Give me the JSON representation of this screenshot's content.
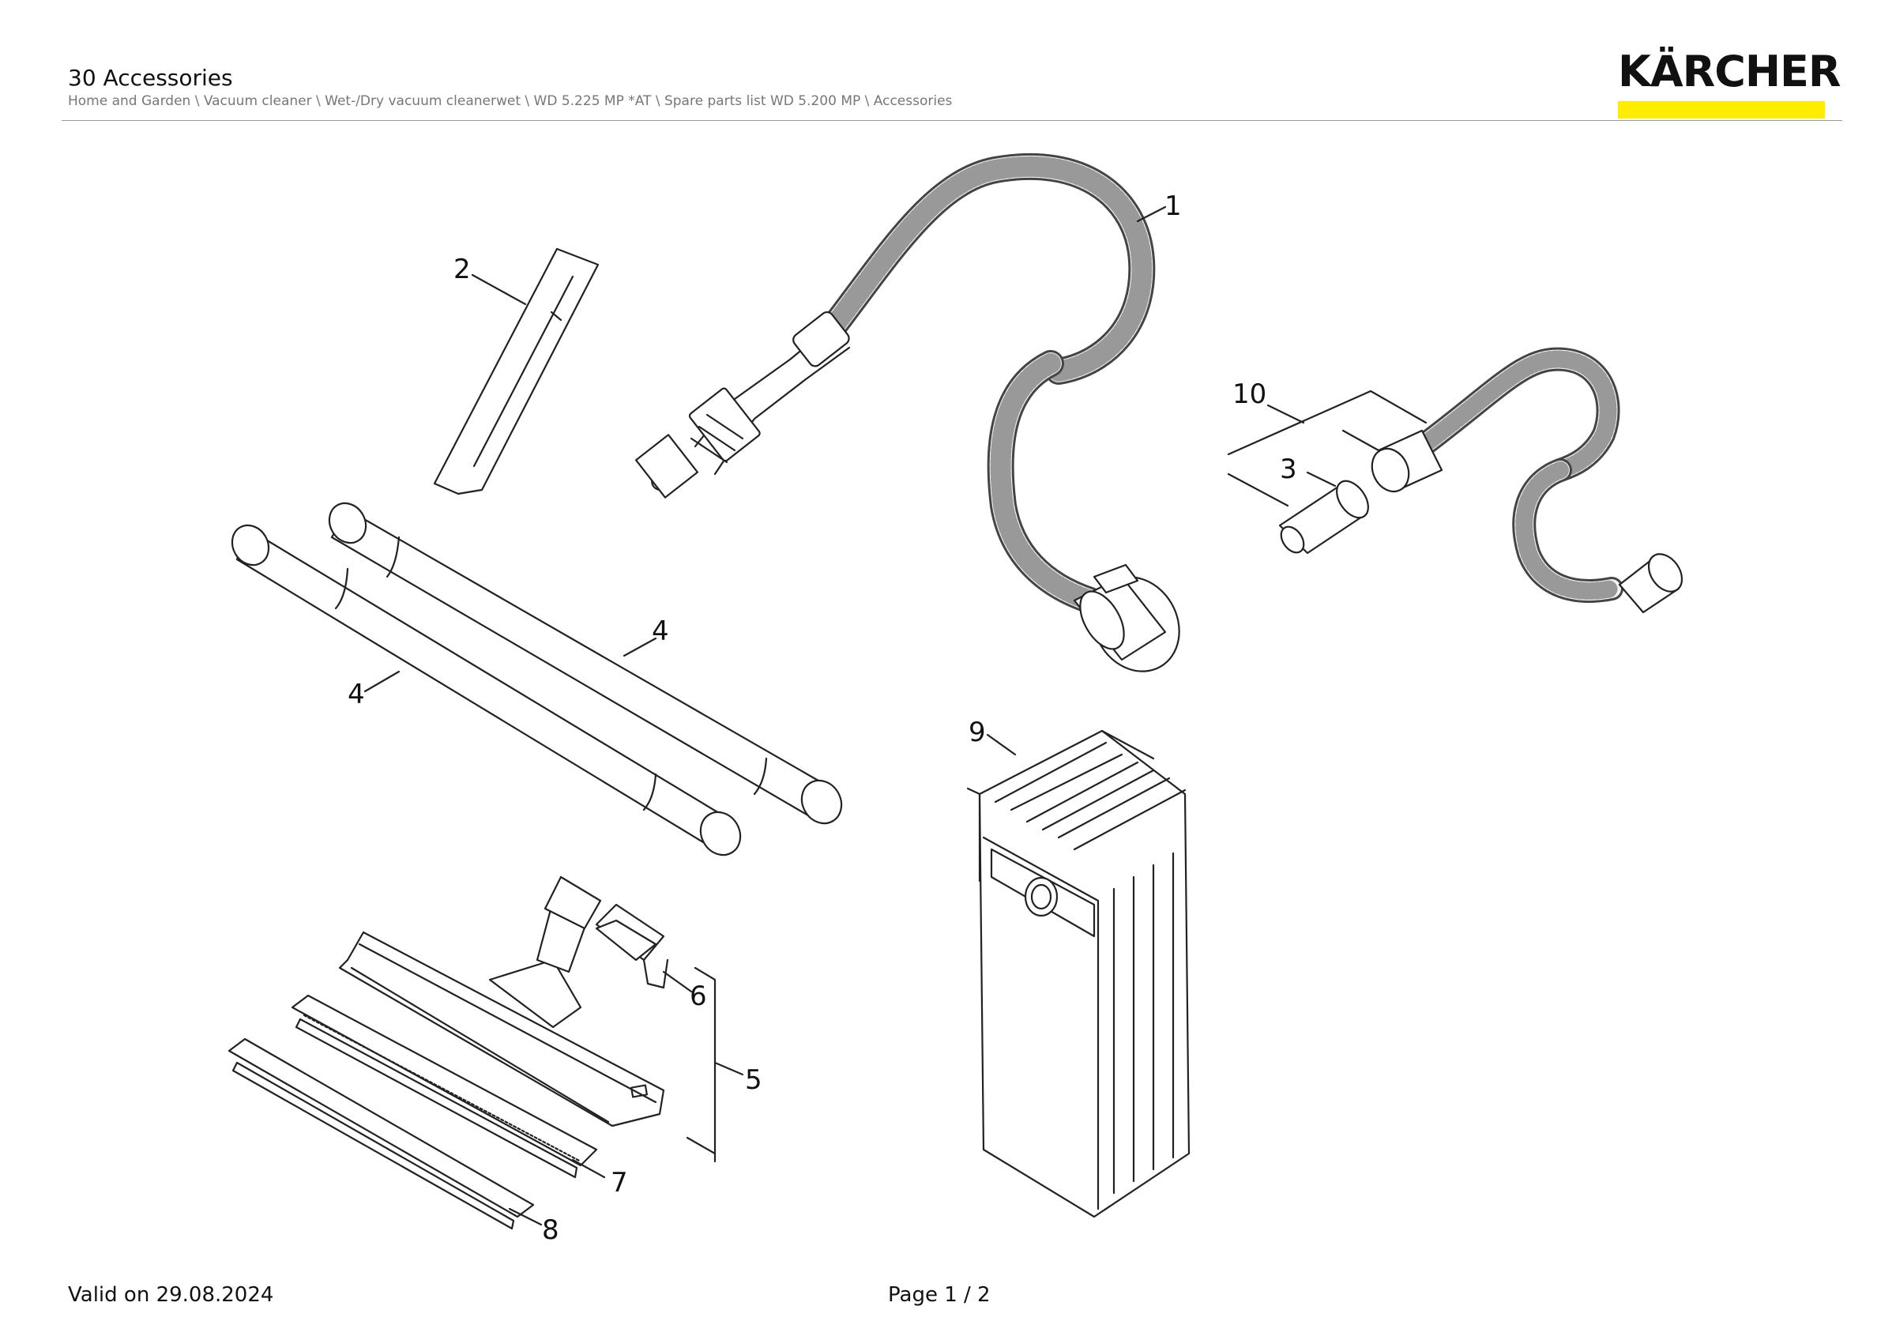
{
  "header": {
    "title": "30 Accessories",
    "breadcrumb": "Home and Garden \\ Vacuum cleaner \\ Wet-/Dry vacuum cleanerwet \\ WD 5.225 MP *AT \\ Spare parts list WD 5.200 MP \\ Accessories",
    "logo_text": "KÄRCHER",
    "logo_bar_color": "#ffed00"
  },
  "diagram": {
    "part_numbers": [
      "1",
      "2",
      "3",
      "4",
      "4",
      "5",
      "6",
      "7",
      "8",
      "9",
      "10"
    ]
  },
  "footer": {
    "valid_on": "Valid on 29.08.2024",
    "page": "Page 1 / 2"
  }
}
